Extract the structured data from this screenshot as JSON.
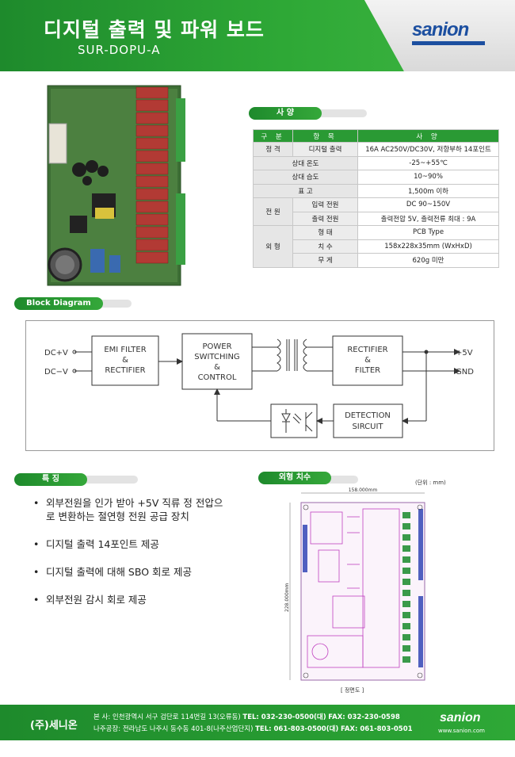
{
  "header": {
    "title": "디지털 출력 및 파워 보드",
    "model": "SUR-DOPU-A",
    "logo": "sanion"
  },
  "sections": {
    "spec": "사 양",
    "block": "Block Diagram",
    "features": "특 징",
    "dimension": "외형 치수"
  },
  "spec_table": {
    "headers": [
      "구 분",
      "항 목",
      "사 양"
    ],
    "rating_group": "정 격",
    "rating_item": "디지털 출력",
    "rating_value": "16A AC250V/DC30V, 저항부하 14포인트",
    "temp_label": "상대 온도",
    "temp_value": "-25~+55℃",
    "humid_label": "상대 습도",
    "humid_value": "10~90%",
    "alt_label": "표 고",
    "alt_value": "1,500m 이하",
    "power_group": "전 원",
    "power_in_label": "입력 전원",
    "power_in_value": "DC 90~150V",
    "power_out_label": "출력 전원",
    "power_out_value": "출력전압 5V, 출력전류 최대 : 9A",
    "outline_group": "외 형",
    "type_label": "형 태",
    "type_value": "PCB Type",
    "size_label": "치 수",
    "size_value": "158x228x35mm (WxHxD)",
    "weight_label": "무 게",
    "weight_value": "620g 미만"
  },
  "block_diagram": {
    "dc_plus": "DC+V",
    "dc_minus": "DC−V",
    "emi1": "EMI FILTER",
    "emi2": "&",
    "emi3": "RECTIFIER",
    "psw1": "POWER",
    "psw2": "SWITCHING",
    "psw3": "&",
    "psw4": "CONTROL",
    "rf1": "RECTIFIER",
    "rf2": "&",
    "rf3": "FILTER",
    "det1": "DETECTION",
    "det2": "SIRCUIT",
    "out_plus": "+5V",
    "out_gnd": "GND"
  },
  "features": [
    "외부전원을 인가 받아 +5V 직류 정 전압으로 변환하는 절연형 전원 공급 장치",
    "디지털 출력 14포인트 제공",
    "디지털 출력에 대해 SBO 회로 제공",
    "외부전원 감시 회로 제공"
  ],
  "dimension": {
    "unit": "(단위 : mm)",
    "width": "158.000mm",
    "height": "228.000mm",
    "caption": "[ 정면도 ]"
  },
  "footer": {
    "company": "(주)세니온",
    "line1_label": "본 사:",
    "line1_addr": "인천광역시 서구 검단로 114번길 13(오류동)",
    "line1_tel": "TEL: 032-230-0500(대)",
    "line1_fax": "FAX: 032-230-0598",
    "line2_label": "나주공장:",
    "line2_addr": "전라남도 나주시 동수동 401-8(나주산업단지)",
    "line2_tel": "TEL: 061-803-0500(대)",
    "line2_fax": "FAX: 061-803-0501",
    "logo": "sanion",
    "web": "www.sanion.com"
  }
}
